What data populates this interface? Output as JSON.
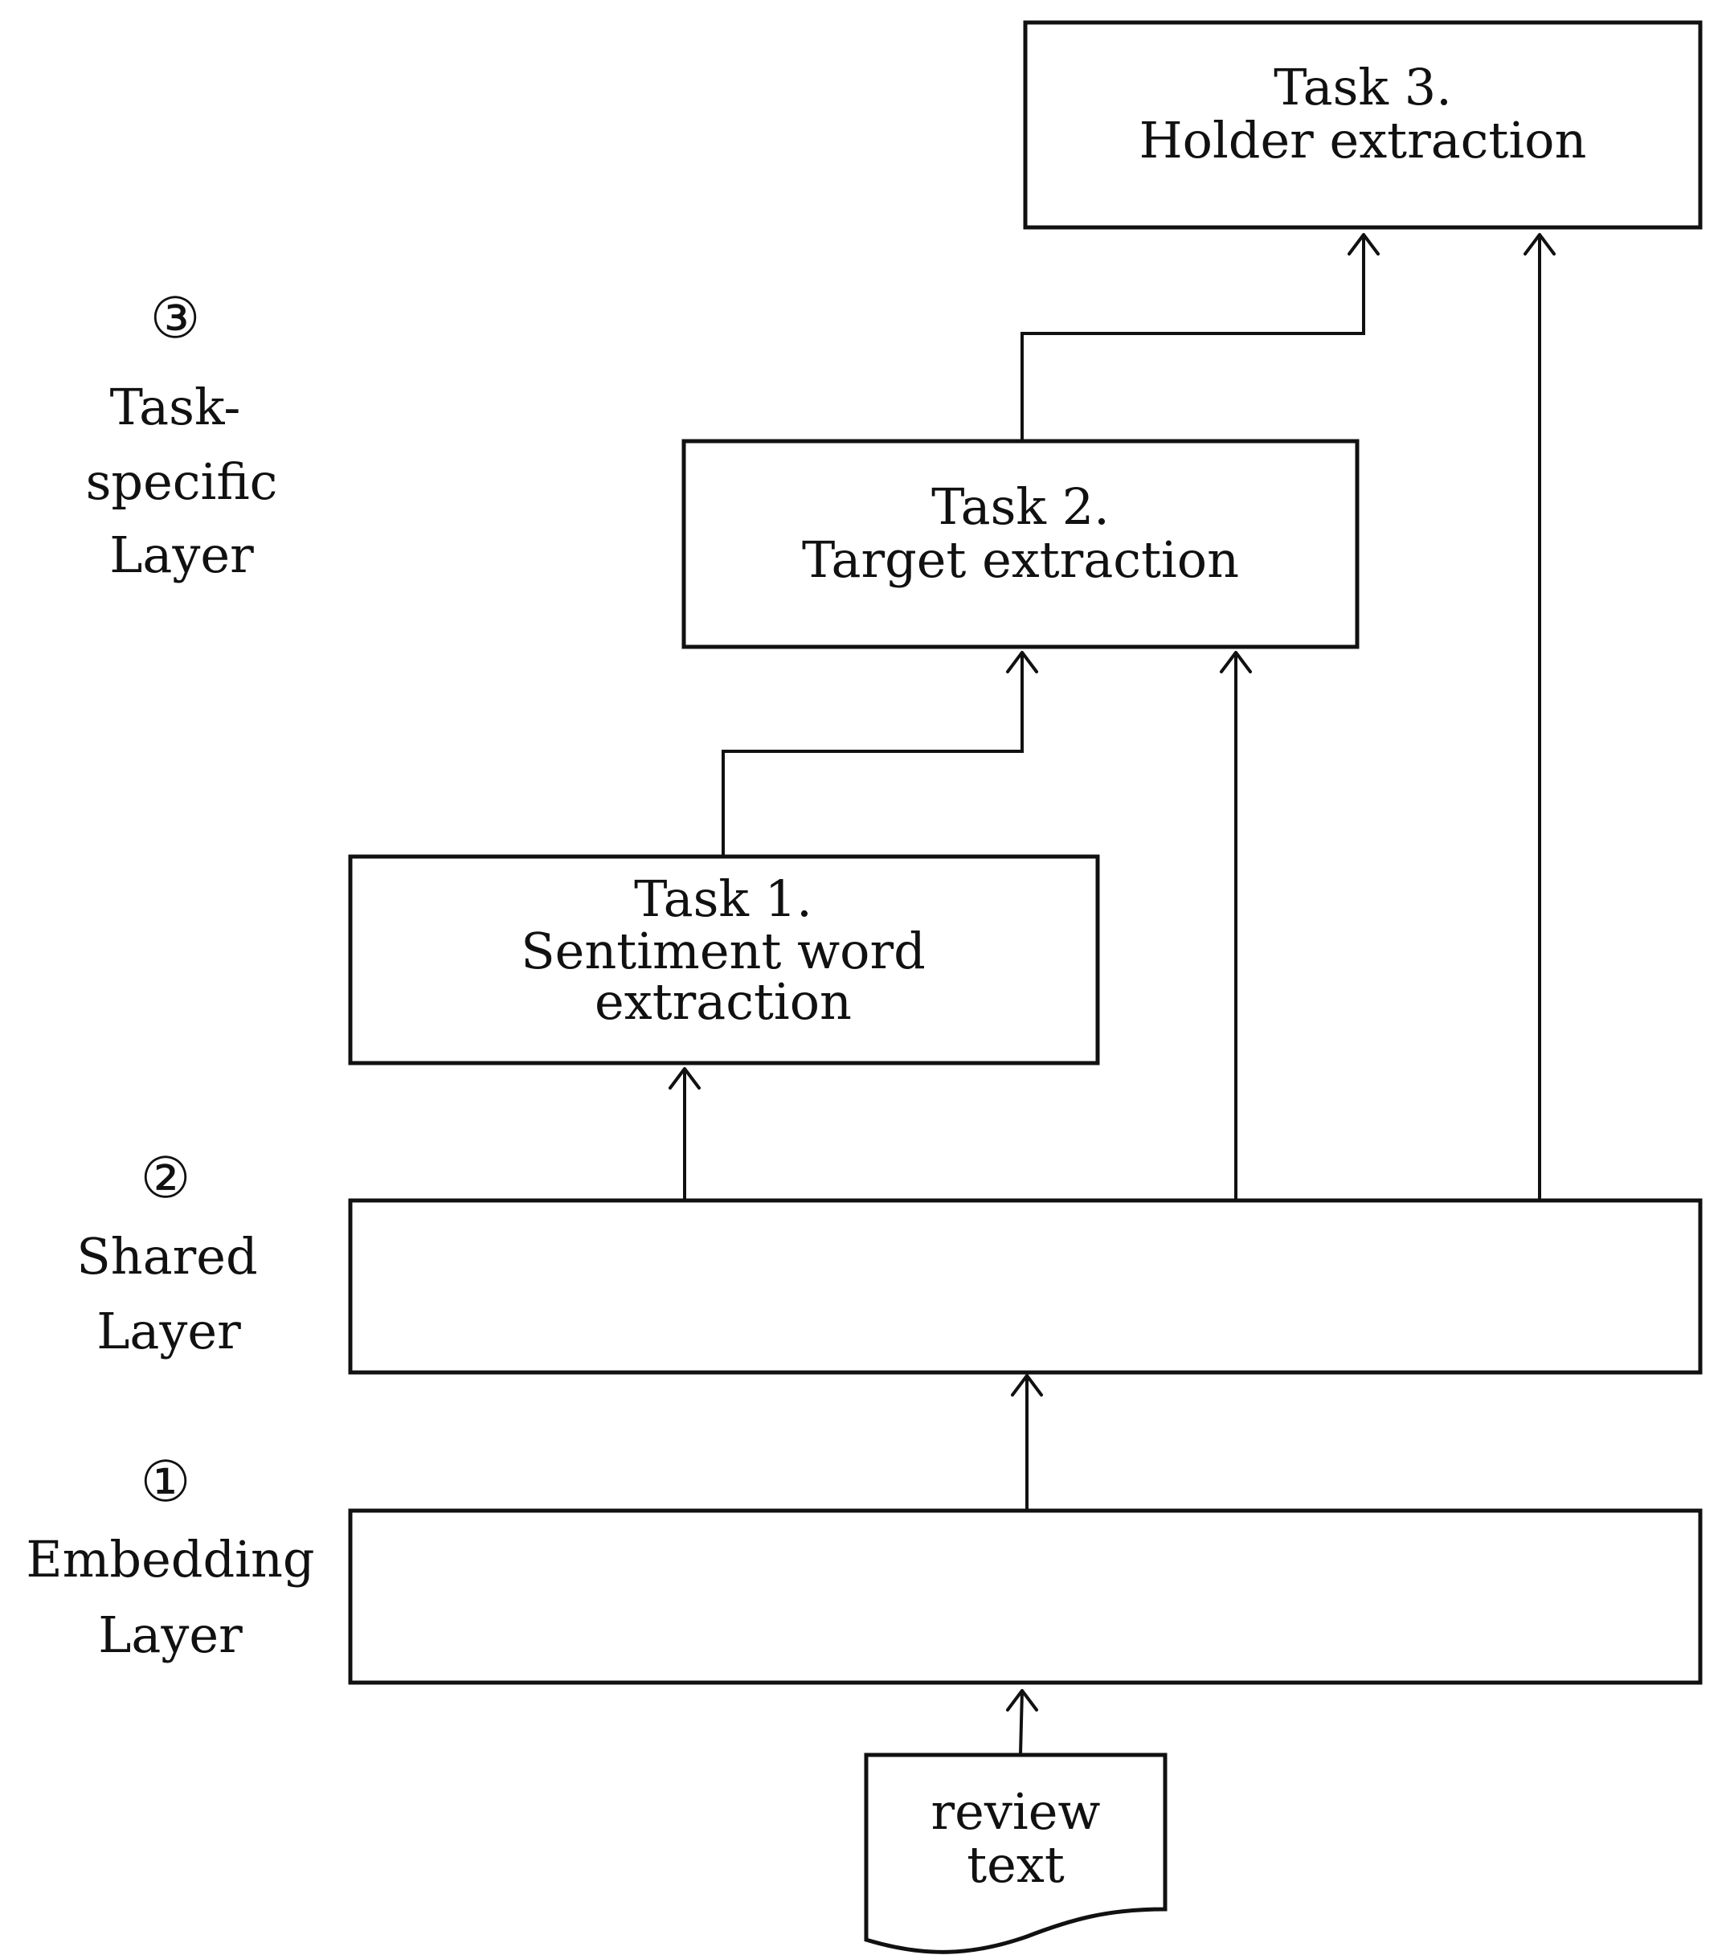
{
  "colors": {
    "stroke": "#111111",
    "background": "#ffffff"
  },
  "layers": {
    "task_specific": {
      "marker": "③",
      "label_lines": [
        "Task-",
        "specific",
        "Layer"
      ]
    },
    "shared": {
      "marker": "②",
      "label_lines": [
        "Shared",
        "Layer"
      ]
    },
    "embedding": {
      "marker": "①",
      "label_lines": [
        "Embedding",
        "Layer"
      ]
    }
  },
  "tasks": {
    "task1": {
      "lines": [
        "Task 1.",
        "Sentiment word",
        "extraction"
      ]
    },
    "task2": {
      "lines": [
        "Task 2.",
        "Target extraction"
      ]
    },
    "task3": {
      "lines": [
        "Task 3.",
        "Holder extraction"
      ]
    }
  },
  "input": {
    "lines": [
      "review",
      "text"
    ]
  }
}
